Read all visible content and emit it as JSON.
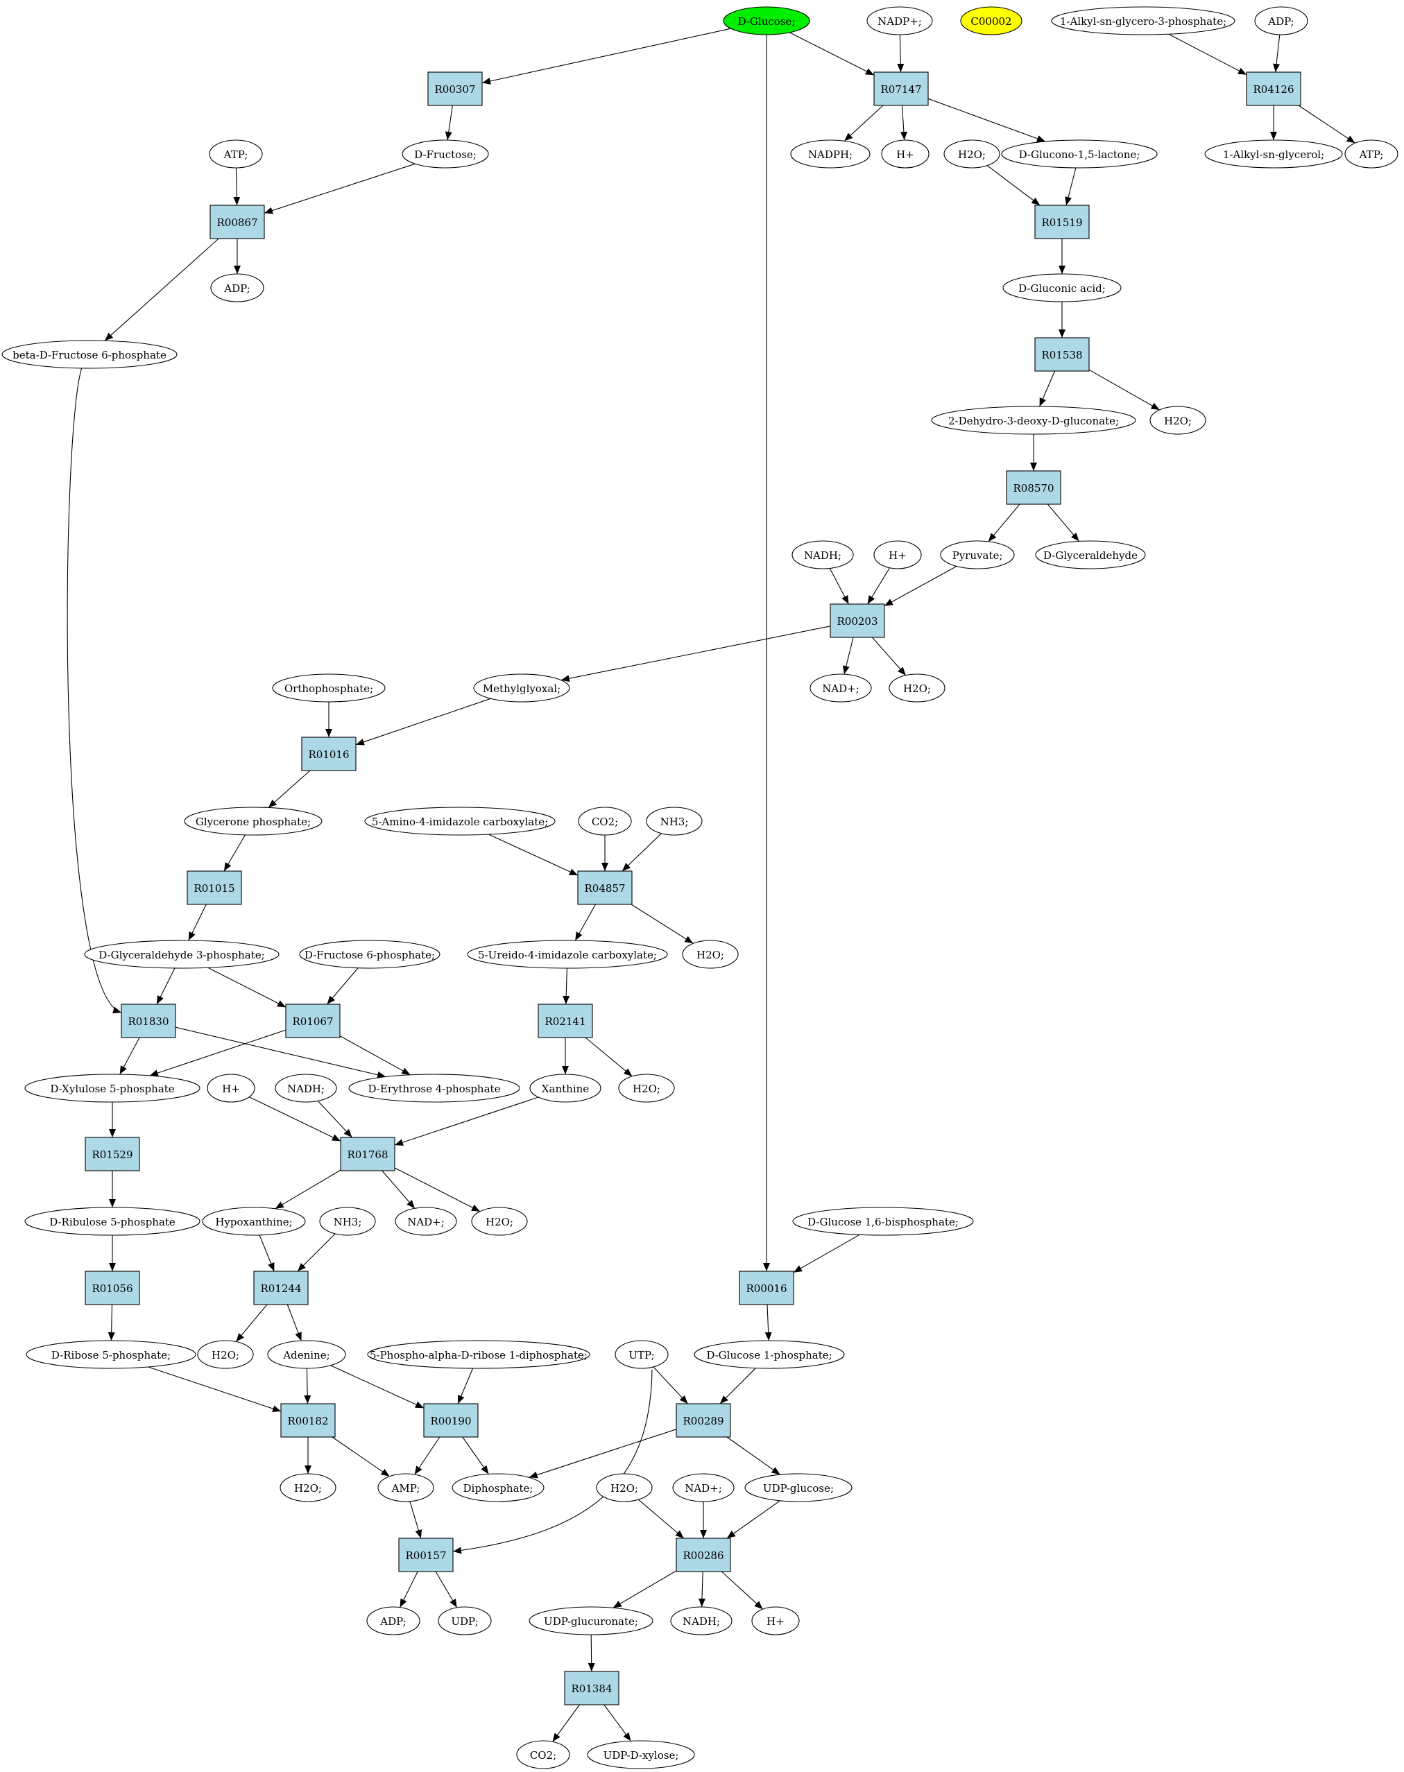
{
  "colors": {
    "reaction_fill": "#add8e6",
    "compound_fill": "#ffffff",
    "source_fill": "#00ee00",
    "highlight_fill": "#ffff00",
    "stroke": "#000000"
  },
  "nodes": [
    {
      "id": "dglucose",
      "label": "D-Glucose;",
      "kind": "compound",
      "fill": "source"
    },
    {
      "id": "nadp",
      "label": "NADP+;",
      "kind": "compound"
    },
    {
      "id": "c00002",
      "label": "C00002",
      "kind": "compound",
      "fill": "highlight"
    },
    {
      "id": "alkylg3p",
      "label": "1-Alkyl-sn-glycero-3-phosphate;",
      "kind": "compound"
    },
    {
      "id": "adp_top",
      "label": "ADP;",
      "kind": "compound"
    },
    {
      "id": "R00307",
      "label": "R00307",
      "kind": "reaction"
    },
    {
      "id": "R07147",
      "label": "R07147",
      "kind": "reaction"
    },
    {
      "id": "R04126",
      "label": "R04126",
      "kind": "reaction"
    },
    {
      "id": "atp1",
      "label": "ATP;",
      "kind": "compound"
    },
    {
      "id": "dfructose",
      "label": "D-Fructose;",
      "kind": "compound"
    },
    {
      "id": "nadph",
      "label": "NADPH;",
      "kind": "compound"
    },
    {
      "id": "hplus1",
      "label": "H+",
      "kind": "compound"
    },
    {
      "id": "h2o_a",
      "label": "H2O;",
      "kind": "compound"
    },
    {
      "id": "gluconolactone",
      "label": "D-Glucono-1,5-lactone;",
      "kind": "compound"
    },
    {
      "id": "alkylglycerol",
      "label": "1-Alkyl-sn-glycerol;",
      "kind": "compound"
    },
    {
      "id": "atp2",
      "label": "ATP;",
      "kind": "compound"
    },
    {
      "id": "R00867",
      "label": "R00867",
      "kind": "reaction"
    },
    {
      "id": "R01519",
      "label": "R01519",
      "kind": "reaction"
    },
    {
      "id": "adp1",
      "label": "ADP;",
      "kind": "compound"
    },
    {
      "id": "gluconic",
      "label": "D-Gluconic acid;",
      "kind": "compound"
    },
    {
      "id": "bf6p",
      "label": "beta-D-Fructose 6-phosphate",
      "kind": "compound"
    },
    {
      "id": "R01538",
      "label": "R01538",
      "kind": "reaction"
    },
    {
      "id": "kdg",
      "label": "2-Dehydro-3-deoxy-D-gluconate;",
      "kind": "compound"
    },
    {
      "id": "h2o_b",
      "label": "H2O;",
      "kind": "compound"
    },
    {
      "id": "R08570",
      "label": "R08570",
      "kind": "reaction"
    },
    {
      "id": "nadh1",
      "label": "NADH;",
      "kind": "compound"
    },
    {
      "id": "hplus2",
      "label": "H+",
      "kind": "compound"
    },
    {
      "id": "pyruvate",
      "label": "Pyruvate;",
      "kind": "compound"
    },
    {
      "id": "dglyceraldehyde",
      "label": "D-Glyceraldehyde",
      "kind": "compound"
    },
    {
      "id": "R00203",
      "label": "R00203",
      "kind": "reaction"
    },
    {
      "id": "nadplus1",
      "label": "NAD+;",
      "kind": "compound"
    },
    {
      "id": "h2o_c",
      "label": "H2O;",
      "kind": "compound"
    },
    {
      "id": "orthophosphate",
      "label": "Orthophosphate;",
      "kind": "compound"
    },
    {
      "id": "methylglyoxal",
      "label": "Methylglyoxal;",
      "kind": "compound"
    },
    {
      "id": "R01016",
      "label": "R01016",
      "kind": "reaction"
    },
    {
      "id": "glyceronep",
      "label": "Glycerone phosphate;",
      "kind": "compound"
    },
    {
      "id": "aic",
      "label": "5-Amino-4-imidazole carboxylate;",
      "kind": "compound"
    },
    {
      "id": "co2_a",
      "label": "CO2;",
      "kind": "compound"
    },
    {
      "id": "nh3_a",
      "label": "NH3;",
      "kind": "compound"
    },
    {
      "id": "R01015",
      "label": "R01015",
      "kind": "reaction"
    },
    {
      "id": "R04857",
      "label": "R04857",
      "kind": "reaction"
    },
    {
      "id": "g3p",
      "label": "D-Glyceraldehyde 3-phosphate;",
      "kind": "compound"
    },
    {
      "id": "df6p",
      "label": "D-Fructose 6-phosphate;",
      "kind": "compound"
    },
    {
      "id": "uic",
      "label": "5-Ureido-4-imidazole carboxylate;",
      "kind": "compound"
    },
    {
      "id": "h2o_d",
      "label": "H2O;",
      "kind": "compound"
    },
    {
      "id": "R01830",
      "label": "R01830",
      "kind": "reaction"
    },
    {
      "id": "R01067",
      "label": "R01067",
      "kind": "reaction"
    },
    {
      "id": "R02141",
      "label": "R02141",
      "kind": "reaction"
    },
    {
      "id": "xu5p",
      "label": "D-Xylulose 5-phosphate",
      "kind": "compound"
    },
    {
      "id": "hplus3",
      "label": "H+",
      "kind": "compound"
    },
    {
      "id": "nadh2",
      "label": "NADH;",
      "kind": "compound"
    },
    {
      "id": "e4p",
      "label": "D-Erythrose 4-phosphate",
      "kind": "compound"
    },
    {
      "id": "xanthine",
      "label": "Xanthine",
      "kind": "compound"
    },
    {
      "id": "h2o_e",
      "label": "H2O;",
      "kind": "compound"
    },
    {
      "id": "R01529",
      "label": "R01529",
      "kind": "reaction"
    },
    {
      "id": "R01768",
      "label": "R01768",
      "kind": "reaction"
    },
    {
      "id": "ru5p",
      "label": "D-Ribulose 5-phosphate",
      "kind": "compound"
    },
    {
      "id": "hypoxanthine",
      "label": "Hypoxanthine;",
      "kind": "compound"
    },
    {
      "id": "nh3_b",
      "label": "NH3;",
      "kind": "compound"
    },
    {
      "id": "nadplus2",
      "label": "NAD+;",
      "kind": "compound"
    },
    {
      "id": "h2o_f",
      "label": "H2O;",
      "kind": "compound"
    },
    {
      "id": "g16bp",
      "label": "D-Glucose 1,6-bisphosphate;",
      "kind": "compound"
    },
    {
      "id": "R01056",
      "label": "R01056",
      "kind": "reaction"
    },
    {
      "id": "R01244",
      "label": "R01244",
      "kind": "reaction"
    },
    {
      "id": "R00016",
      "label": "R00016",
      "kind": "reaction"
    },
    {
      "id": "r5p",
      "label": "D-Ribose 5-phosphate;",
      "kind": "compound"
    },
    {
      "id": "h2o_g",
      "label": "H2O;",
      "kind": "compound"
    },
    {
      "id": "adenine",
      "label": "Adenine;",
      "kind": "compound"
    },
    {
      "id": "prpp",
      "label": "5-Phospho-alpha-D-ribose 1-diphosphate;",
      "kind": "compound"
    },
    {
      "id": "utp",
      "label": "UTP;",
      "kind": "compound"
    },
    {
      "id": "g1p",
      "label": "D-Glucose 1-phosphate;",
      "kind": "compound"
    },
    {
      "id": "R00182",
      "label": "R00182",
      "kind": "reaction"
    },
    {
      "id": "R00190",
      "label": "R00190",
      "kind": "reaction"
    },
    {
      "id": "R00289",
      "label": "R00289",
      "kind": "reaction"
    },
    {
      "id": "h2o_h",
      "label": "H2O;",
      "kind": "compound"
    },
    {
      "id": "amp",
      "label": "AMP;",
      "kind": "compound"
    },
    {
      "id": "diphosphate",
      "label": "Diphosphate;",
      "kind": "compound"
    },
    {
      "id": "h2o_i",
      "label": "H2O;",
      "kind": "compound"
    },
    {
      "id": "nadplus3",
      "label": "NAD+;",
      "kind": "compound"
    },
    {
      "id": "udpglucose",
      "label": "UDP-glucose;",
      "kind": "compound"
    },
    {
      "id": "R00157",
      "label": "R00157",
      "kind": "reaction"
    },
    {
      "id": "R00286",
      "label": "R00286",
      "kind": "reaction"
    },
    {
      "id": "adp2",
      "label": "ADP;",
      "kind": "compound"
    },
    {
      "id": "udp",
      "label": "UDP;",
      "kind": "compound"
    },
    {
      "id": "udpglucuronate",
      "label": "UDP-glucuronate;",
      "kind": "compound"
    },
    {
      "id": "nadh3",
      "label": "NADH;",
      "kind": "compound"
    },
    {
      "id": "hplus4",
      "label": "H+",
      "kind": "compound"
    },
    {
      "id": "R01384",
      "label": "R01384",
      "kind": "reaction"
    },
    {
      "id": "co2_b",
      "label": "CO2;",
      "kind": "compound"
    },
    {
      "id": "udpxylose",
      "label": "UDP-D-xylose;",
      "kind": "compound"
    }
  ],
  "edges": [
    [
      "dglucose",
      "R00307"
    ],
    [
      "dglucose",
      "R07147"
    ],
    [
      "dglucose",
      "R00016"
    ],
    [
      "nadp",
      "R07147"
    ],
    [
      "alkylg3p",
      "R04126"
    ],
    [
      "adp_top",
      "R04126"
    ],
    [
      "R00307",
      "dfructose"
    ],
    [
      "R07147",
      "nadph"
    ],
    [
      "R07147",
      "hplus1"
    ],
    [
      "R07147",
      "gluconolactone"
    ],
    [
      "R04126",
      "alkylglycerol"
    ],
    [
      "R04126",
      "atp2"
    ],
    [
      "atp1",
      "R00867"
    ],
    [
      "dfructose",
      "R00867"
    ],
    [
      "R00867",
      "adp1"
    ],
    [
      "R00867",
      "bf6p"
    ],
    [
      "h2o_a",
      "R01519"
    ],
    [
      "gluconolactone",
      "R01519"
    ],
    [
      "R01519",
      "gluconic"
    ],
    [
      "gluconic",
      "R01538"
    ],
    [
      "R01538",
      "kdg"
    ],
    [
      "R01538",
      "h2o_b"
    ],
    [
      "kdg",
      "R08570"
    ],
    [
      "R08570",
      "pyruvate"
    ],
    [
      "R08570",
      "dglyceraldehyde"
    ],
    [
      "nadh1",
      "R00203"
    ],
    [
      "hplus2",
      "R00203"
    ],
    [
      "pyruvate",
      "R00203"
    ],
    [
      "R00203",
      "methylglyoxal"
    ],
    [
      "R00203",
      "nadplus1"
    ],
    [
      "R00203",
      "h2o_c"
    ],
    [
      "orthophosphate",
      "R01016"
    ],
    [
      "methylglyoxal",
      "R01016"
    ],
    [
      "R01016",
      "glyceronep"
    ],
    [
      "glyceronep",
      "R01015"
    ],
    [
      "R01015",
      "g3p"
    ],
    [
      "aic",
      "R04857"
    ],
    [
      "co2_a",
      "R04857"
    ],
    [
      "nh3_a",
      "R04857"
    ],
    [
      "R04857",
      "uic"
    ],
    [
      "R04857",
      "h2o_d"
    ],
    [
      "bf6p",
      "R01830"
    ],
    [
      "g3p",
      "R01830"
    ],
    [
      "g3p",
      "R01067"
    ],
    [
      "df6p",
      "R01067"
    ],
    [
      "R01830",
      "xu5p"
    ],
    [
      "R01830",
      "e4p"
    ],
    [
      "R01067",
      "xu5p"
    ],
    [
      "R01067",
      "e4p"
    ],
    [
      "uic",
      "R02141"
    ],
    [
      "R02141",
      "xanthine"
    ],
    [
      "R02141",
      "h2o_e"
    ],
    [
      "xu5p",
      "R01529"
    ],
    [
      "R01529",
      "ru5p"
    ],
    [
      "hplus3",
      "R01768"
    ],
    [
      "nadh2",
      "R01768"
    ],
    [
      "xanthine",
      "R01768"
    ],
    [
      "R01768",
      "hypoxanthine"
    ],
    [
      "R01768",
      "nadplus2"
    ],
    [
      "R01768",
      "h2o_f"
    ],
    [
      "ru5p",
      "R01056"
    ],
    [
      "R01056",
      "r5p"
    ],
    [
      "hypoxanthine",
      "R01244"
    ],
    [
      "nh3_b",
      "R01244"
    ],
    [
      "R01244",
      "h2o_g"
    ],
    [
      "R01244",
      "adenine"
    ],
    [
      "g16bp",
      "R00016"
    ],
    [
      "R00016",
      "g1p"
    ],
    [
      "r5p",
      "R00182"
    ],
    [
      "adenine",
      "R00182"
    ],
    [
      "adenine",
      "R00190"
    ],
    [
      "prpp",
      "R00190"
    ],
    [
      "utp",
      "R00289"
    ],
    [
      "g1p",
      "R00289"
    ],
    [
      "utp",
      "R00157"
    ],
    [
      "R00182",
      "h2o_h"
    ],
    [
      "R00182",
      "amp"
    ],
    [
      "R00190",
      "amp"
    ],
    [
      "R00190",
      "diphosphate"
    ],
    [
      "R00289",
      "diphosphate"
    ],
    [
      "R00289",
      "udpglucose"
    ],
    [
      "amp",
      "R00157"
    ],
    [
      "R00157",
      "adp2"
    ],
    [
      "R00157",
      "udp"
    ],
    [
      "h2o_i",
      "R00286"
    ],
    [
      "nadplus3",
      "R00286"
    ],
    [
      "udpglucose",
      "R00286"
    ],
    [
      "R00286",
      "udpglucuronate"
    ],
    [
      "R00286",
      "nadh3"
    ],
    [
      "R00286",
      "hplus4"
    ],
    [
      "udpglucuronate",
      "R01384"
    ],
    [
      "R01384",
      "co2_b"
    ],
    [
      "R01384",
      "udpxylose"
    ]
  ]
}
